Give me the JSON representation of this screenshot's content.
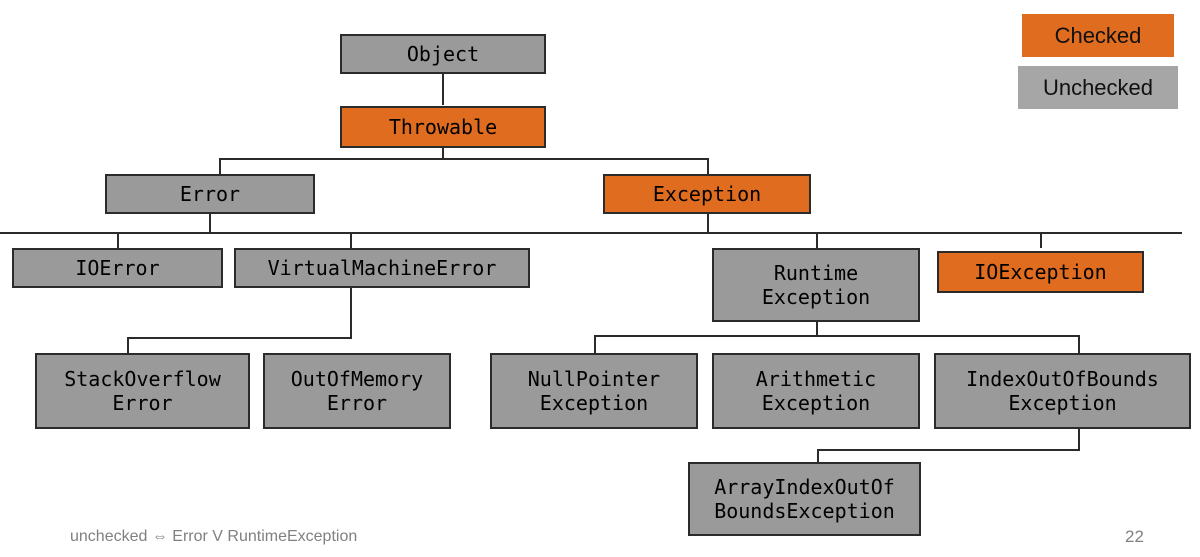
{
  "slide": {
    "footer_note": "unchecked ⇔ Error V RuntimeException",
    "page_number": "22"
  },
  "legend": {
    "checked_label": "Checked",
    "unchecked_label": "Unchecked",
    "checked_color": "#e06c20",
    "unchecked_color": "#a6a6a6"
  },
  "colors": {
    "checked": "#e06c20",
    "unchecked": "#9a9a9a",
    "line": "#2b2b2b",
    "text": "#000000",
    "footer_text": "#808080",
    "background": "#ffffff"
  },
  "chart_data": {
    "type": "diagram",
    "title": "Java Throwable class hierarchy",
    "nodes": [
      {
        "id": "object",
        "label": "Object",
        "kind": "unchecked",
        "parent": null
      },
      {
        "id": "throwable",
        "label": "Throwable",
        "kind": "checked",
        "parent": "object"
      },
      {
        "id": "error",
        "label": "Error",
        "kind": "unchecked",
        "parent": "throwable"
      },
      {
        "id": "exception",
        "label": "Exception",
        "kind": "checked",
        "parent": "throwable"
      },
      {
        "id": "ioerror",
        "label": "IOError",
        "kind": "unchecked",
        "parent": "error"
      },
      {
        "id": "virtualmachineerror",
        "label": "VirtualMachineError",
        "kind": "unchecked",
        "parent": "error"
      },
      {
        "id": "stackoverflowerror",
        "label": "StackOverflow\nError",
        "kind": "unchecked",
        "parent": "virtualmachineerror"
      },
      {
        "id": "outofmemoryerror",
        "label": "OutOfMemory\nError",
        "kind": "unchecked",
        "parent": "virtualmachineerror"
      },
      {
        "id": "runtimeexception",
        "label": "Runtime\nException",
        "kind": "unchecked",
        "parent": "exception"
      },
      {
        "id": "ioexception",
        "label": "IOException",
        "kind": "checked",
        "parent": "exception"
      },
      {
        "id": "nullpointerexception",
        "label": "NullPointer\nException",
        "kind": "unchecked",
        "parent": "runtimeexception"
      },
      {
        "id": "arithmeticexception",
        "label": "Arithmetic\nException",
        "kind": "unchecked",
        "parent": "runtimeexception"
      },
      {
        "id": "indexoutofbounds",
        "label": "IndexOutOfBounds\nException",
        "kind": "unchecked",
        "parent": "runtimeexception"
      },
      {
        "id": "arrayindexoutofbounds",
        "label": "ArrayIndexOutOf\nBoundsException",
        "kind": "unchecked",
        "parent": "indexoutofbounds"
      }
    ],
    "legend_entries": [
      {
        "label": "Checked",
        "color": "#e06c20"
      },
      {
        "label": "Unchecked",
        "color": "#a6a6a6"
      }
    ]
  }
}
